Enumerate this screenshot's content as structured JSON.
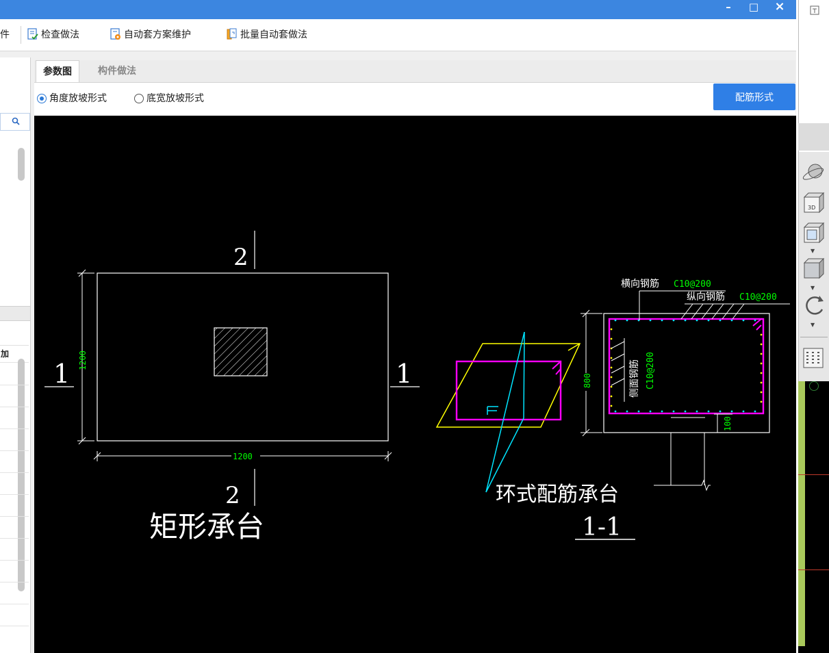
{
  "titlebar": {
    "minimize": "–",
    "maximize": "□",
    "close": "×"
  },
  "toolbar": {
    "cut_item": "件",
    "check_method": "检查做法",
    "auto_scheme_maintain": "自动套方案维护",
    "batch_auto_method": "批量自动套做法"
  },
  "tabs": [
    {
      "label": "参数图",
      "active": true
    },
    {
      "label": "构件做法",
      "active": false
    }
  ],
  "slope_options": {
    "angle": "角度放坡形式",
    "bottom_width": "底宽放坡形式",
    "selected": "angle"
  },
  "rebar_button": "配筋形式",
  "left_panel": {
    "partial_header": "加"
  },
  "drawing": {
    "plan": {
      "section_marker_top": "2",
      "section_marker_bottom": "2",
      "section_marker_left": "1",
      "section_marker_right": "1",
      "height_dim": "1200",
      "width_dim": "1200",
      "title": "矩形承台"
    },
    "section": {
      "transverse_rebar_label": "横向钢筋",
      "transverse_rebar_value": "C10@200",
      "longitudinal_rebar_label": "纵向钢筋",
      "longitudinal_rebar_value": "C10@200",
      "side_rebar_label": "侧面钢筋",
      "side_rebar_value": "C10@200",
      "height_dim": "800",
      "cover_dim": "100",
      "name": "环式配筋承台",
      "section_id": "1-1"
    }
  },
  "colors": {
    "accent": "#2f7fe6",
    "titlebar": "#3c86e0",
    "cad_green": "#00ff00",
    "cad_magenta": "#ff00ff",
    "cad_cyan": "#00e5ff",
    "cad_yellow": "#ffff00",
    "cad_white": "#ffffff"
  },
  "icons": [
    "minimize-icon",
    "maximize-icon",
    "close-icon",
    "check-doc-icon",
    "auto-scheme-icon",
    "batch-icon",
    "search-icon",
    "orbit-icon",
    "view-3d-icon",
    "top-view-icon",
    "box-view-icon",
    "rotate-icon",
    "grid-layout-icon",
    "pin-icon"
  ]
}
